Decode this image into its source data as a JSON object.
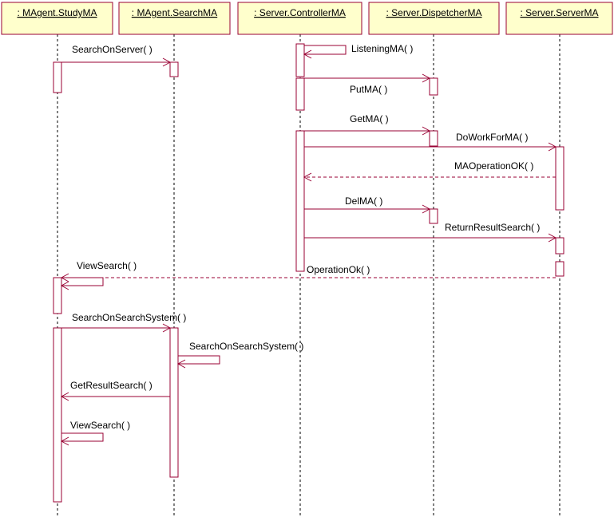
{
  "colors": {
    "header_fill": "#ffffcc",
    "line": "#990033",
    "lifeline": "#000000",
    "text": "#000000",
    "background": "#ffffff"
  },
  "objects": [
    {
      "id": "studyma",
      "label": ": MAgent.StudyMA"
    },
    {
      "id": "searchma",
      "label": ": MAgent.SearchMA"
    },
    {
      "id": "controller",
      "label": ": Server.ControllerMA"
    },
    {
      "id": "dispatcher",
      "label": ": Server.DispetcherMA"
    },
    {
      "id": "server",
      "label": ": Server.ServerMA"
    }
  ],
  "messages": [
    {
      "label": "SearchOnServer( )",
      "from": "studyma",
      "to": "searchma",
      "kind": "call"
    },
    {
      "label": "ListeningMA( )",
      "from": "controller",
      "to": "controller",
      "kind": "self"
    },
    {
      "label": "PutMA( )",
      "from": "controller",
      "to": "dispatcher",
      "kind": "call"
    },
    {
      "label": "GetMA( )",
      "from": "controller",
      "to": "dispatcher",
      "kind": "call"
    },
    {
      "label": "DoWorkForMA( )",
      "from": "controller",
      "to": "server",
      "kind": "call"
    },
    {
      "label": "MAOperationOK( )",
      "from": "server",
      "to": "controller",
      "kind": "return"
    },
    {
      "label": "DelMA( )",
      "from": "controller",
      "to": "dispatcher",
      "kind": "call"
    },
    {
      "label": "ReturnResultSearch( )",
      "from": "controller",
      "to": "server",
      "kind": "call"
    },
    {
      "label": "OperationOk( )",
      "from": "server",
      "to": "studyma",
      "kind": "return"
    },
    {
      "label": "ViewSearch( )",
      "from": "studyma",
      "to": "studyma",
      "kind": "self"
    },
    {
      "label": "SearchOnSearchSystem( )",
      "from": "studyma",
      "to": "searchma",
      "kind": "call"
    },
    {
      "label": "SearchOnSearchSystem( )",
      "from": "searchma",
      "to": "searchma",
      "kind": "self"
    },
    {
      "label": "GetResultSearch( )",
      "from": "searchma",
      "to": "studyma",
      "kind": "call"
    },
    {
      "label": "ViewSearch( )",
      "from": "studyma",
      "to": "studyma",
      "kind": "self"
    }
  ]
}
